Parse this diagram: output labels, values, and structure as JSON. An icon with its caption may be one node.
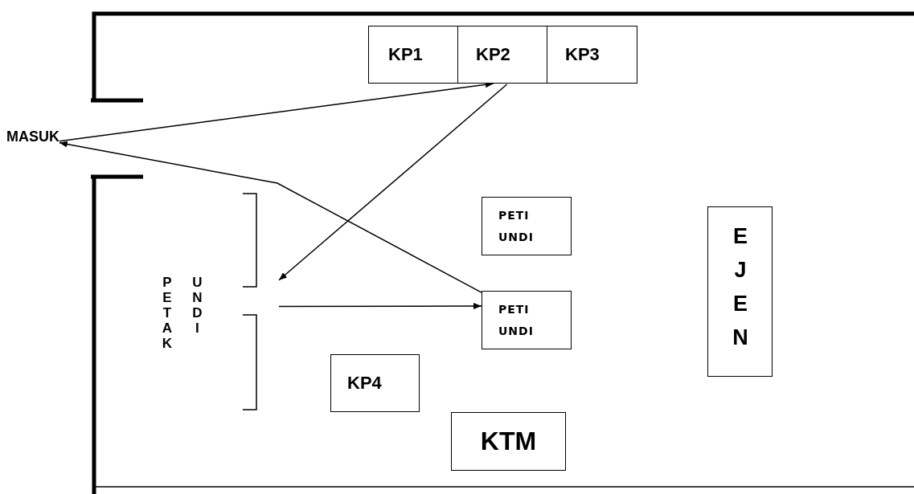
{
  "diagram": {
    "nodes": [
      {
        "text": [
          "KP1"
        ]
      },
      {
        "text": [
          "KP2"
        ]
      },
      {
        "text": [
          "KP3"
        ]
      },
      {
        "text": [
          "MASUK"
        ]
      },
      {
        "text": [
          "PETI UNDI"
        ]
      },
      {
        "text": [
          "EJEN"
        ]
      },
      {
        "text": [
          "PETAK UNDI"
        ]
      },
      {
        "text": [
          "PETI UNDI"
        ]
      },
      {
        "text": [
          "KP4"
        ]
      },
      {
        "text": [
          "KTM"
        ]
      }
    ],
    "edges": [
      {
        "from": 3,
        "to": 1,
        "arrow": "to"
      },
      {
        "from": 1,
        "to": 6,
        "arrow": "to"
      },
      {
        "from": 6,
        "to": 7,
        "arrow": "to"
      },
      {
        "from": 7,
        "to": 3,
        "arrow": "to"
      }
    ]
  }
}
